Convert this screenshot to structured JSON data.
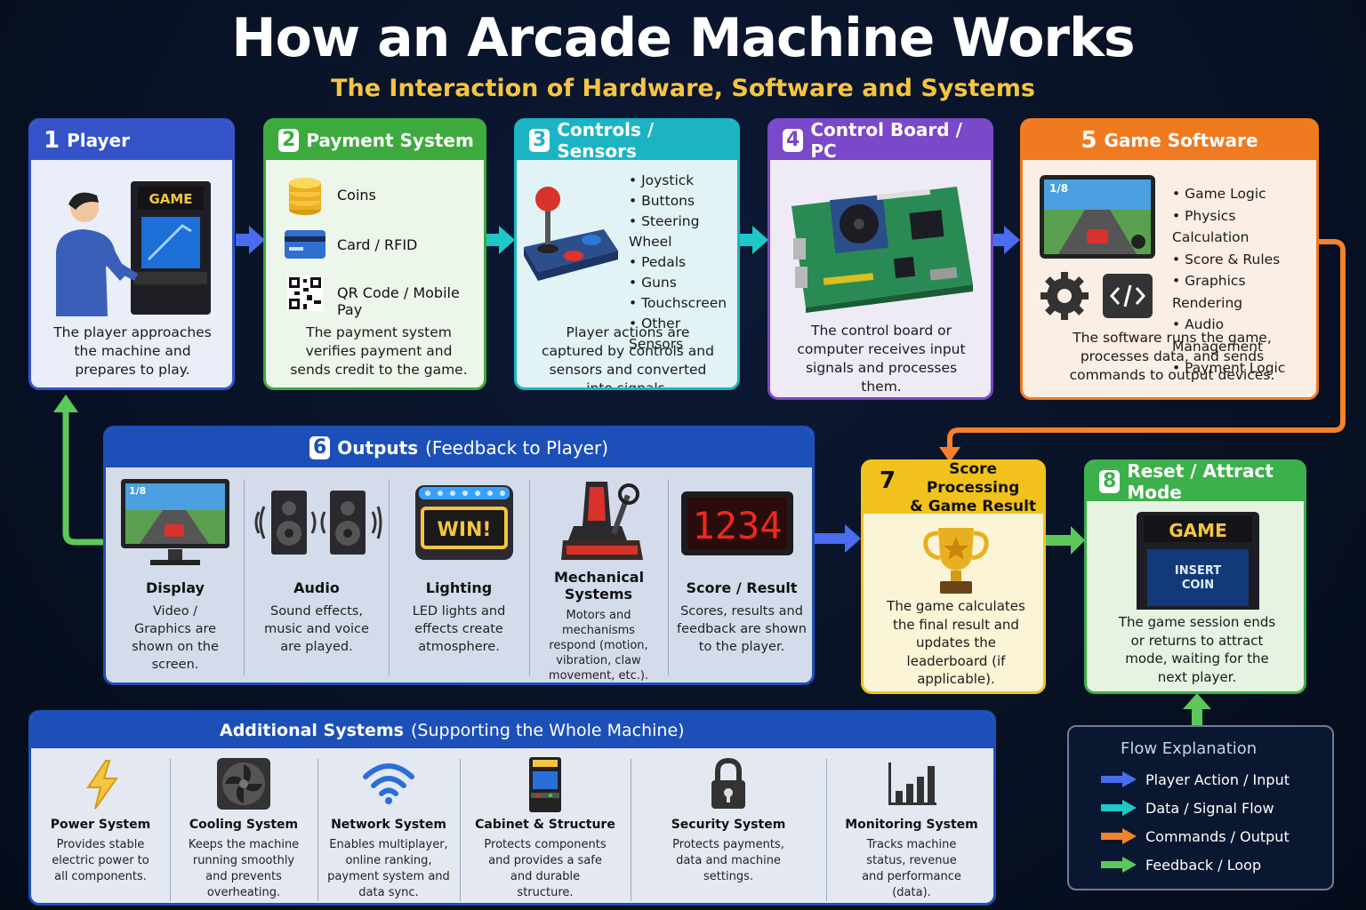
{
  "title": "How an Arcade Machine Works",
  "subtitle": "The Interaction of Hardware, Software and Systems",
  "steps": {
    "player": {
      "num": "1",
      "title": "Player",
      "desc": "The player approaches the machine and prepares to play.",
      "screen_label": "GAME"
    },
    "payment": {
      "num": "2",
      "title": "Payment System",
      "items": [
        "Coins",
        "Card / RFID",
        "QR Code / Mobile Pay"
      ],
      "desc": "The payment system verifies payment and sends credit to the game."
    },
    "controls": {
      "num": "3",
      "title": "Controls / Sensors",
      "items": [
        "Joystick",
        "Buttons",
        "Steering Wheel",
        "Pedals",
        "Guns",
        "Touchscreen",
        "Other Sensors"
      ],
      "desc": "Player actions are captured by controls and sensors and converted into signals."
    },
    "board": {
      "num": "4",
      "title": "Control Board / PC",
      "desc": "The control board or computer receives input signals and processes them."
    },
    "software": {
      "num": "5",
      "title": "Game Software",
      "items": [
        "Game Logic",
        "Physics Calculation",
        "Score & Rules",
        "Graphics Rendering",
        "Audio Management",
        "Payment Logic"
      ],
      "desc": "The software runs the game, processes data, and sends commands to output devices.",
      "hud_left": "1/8"
    },
    "outputs": {
      "num": "6",
      "title": "Outputs",
      "title_note": "(Feedback to Player)",
      "items": [
        {
          "name": "Display",
          "desc": "Video / Graphics are shown on the screen.",
          "hud": "1/8"
        },
        {
          "name": "Audio",
          "desc": "Sound effects, music and voice are played."
        },
        {
          "name": "Lighting",
          "desc": "LED lights and effects create atmosphere.",
          "sign": "WIN!"
        },
        {
          "name": "Mechanical Systems",
          "desc": "Motors and mechanisms respond (motion, vibration, claw movement, etc.)."
        },
        {
          "name": "Score / Result",
          "desc": "Scores, results and feedback are shown to the player.",
          "digits": "1234"
        }
      ]
    },
    "score": {
      "num": "7",
      "title_line1": "Score Processing",
      "title_line2": "& Game Result",
      "desc": "The game calculates the final result and updates the leaderboard (if applicable)."
    },
    "reset": {
      "num": "8",
      "title": "Reset / Attract Mode",
      "desc": "The game session ends or returns to attract mode, waiting for the next player.",
      "marquee": "GAME",
      "screen_line1": "INSERT",
      "screen_line2": "COIN"
    }
  },
  "additional": {
    "title": "Additional Systems",
    "title_note": "(Supporting the Whole Machine)",
    "items": [
      {
        "name": "Power System",
        "desc": "Provides stable electric power to all components.",
        "icon": "lightning-icon"
      },
      {
        "name": "Cooling System",
        "desc": "Keeps the machine running smoothly and prevents overheating.",
        "icon": "fan-icon"
      },
      {
        "name": "Network System",
        "desc": "Enables multiplayer, online ranking, payment system and data sync.",
        "icon": "wifi-icon"
      },
      {
        "name": "Cabinet & Structure",
        "desc": "Protects components and provides a safe and durable structure.",
        "icon": "cabinet-icon"
      },
      {
        "name": "Security System",
        "desc": "Protects payments, data and machine settings.",
        "icon": "lock-icon"
      },
      {
        "name": "Monitoring System",
        "desc": "Tracks machine status, revenue and performance (data).",
        "icon": "bar-chart-icon"
      }
    ]
  },
  "legend": {
    "title": "Flow Explanation",
    "items": [
      {
        "label": "Player Action / Input",
        "color": "#4a6cf0"
      },
      {
        "label": "Data / Signal Flow",
        "color": "#1ec8c8"
      },
      {
        "label": "Commands / Output",
        "color": "#f5822a"
      },
      {
        "label": "Feedback / Loop",
        "color": "#5cc85a"
      }
    ]
  },
  "colors": {
    "player": "#3553c8",
    "payment": "#3daa3d",
    "controls": "#1cb4c4",
    "board": "#7a48c8",
    "software": "#f07a20",
    "outputs": "#1c50b8",
    "score": "#f2c21c",
    "reset": "#3cb04a",
    "additional": "#1c50b8"
  }
}
